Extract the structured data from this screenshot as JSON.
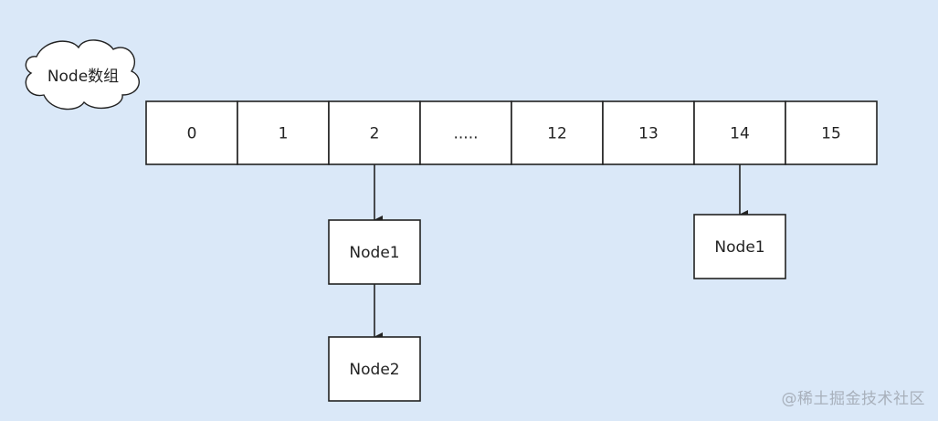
{
  "cloud": {
    "label": "Node数组"
  },
  "array": {
    "cells": [
      "0",
      "1",
      "2",
      ".....",
      "12",
      "13",
      "14",
      "15"
    ]
  },
  "chains": [
    {
      "from_cell": 2,
      "nodes": [
        "Node1",
        "Node2"
      ]
    },
    {
      "from_cell": 6,
      "nodes": [
        "Node1"
      ]
    }
  ],
  "watermark": {
    "text": "@稀土掘金技术社区"
  }
}
